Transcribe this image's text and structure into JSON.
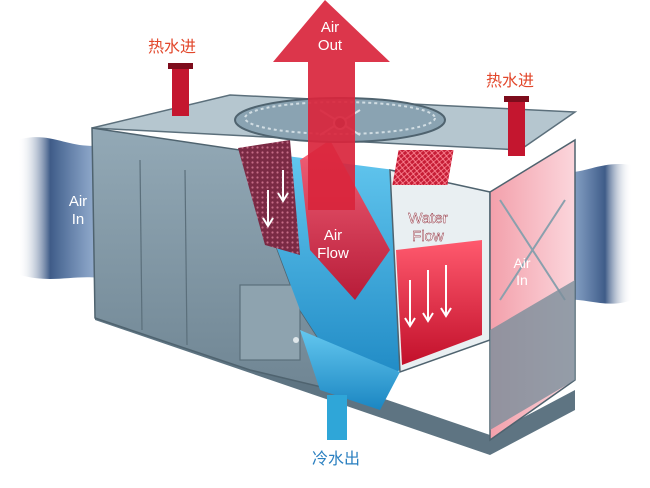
{
  "labels": {
    "hot_water_in_left": "热水进",
    "hot_water_in_right": "热水进",
    "cold_water_out": "冷水出",
    "air_out_line1": "Air",
    "air_out_line2": "Out",
    "air_in_left_line1": "Air",
    "air_in_left_line2": "In",
    "air_in_right_line1": "Air",
    "air_in_right_line2": "In",
    "air_flow_line1": "Air",
    "air_flow_line2": "Flow",
    "water_flow_line1": "Water",
    "water_flow_line2": "Flow"
  },
  "colors": {
    "hot_label": "#e2472b",
    "cold_label": "#2a7fc0",
    "hot_flow": "#d9253c",
    "cold_flow": "#2fa6d8",
    "housing": "#7e95a2",
    "housing_dark": "#5b6f7b",
    "air_wave": "#1d3f73"
  }
}
